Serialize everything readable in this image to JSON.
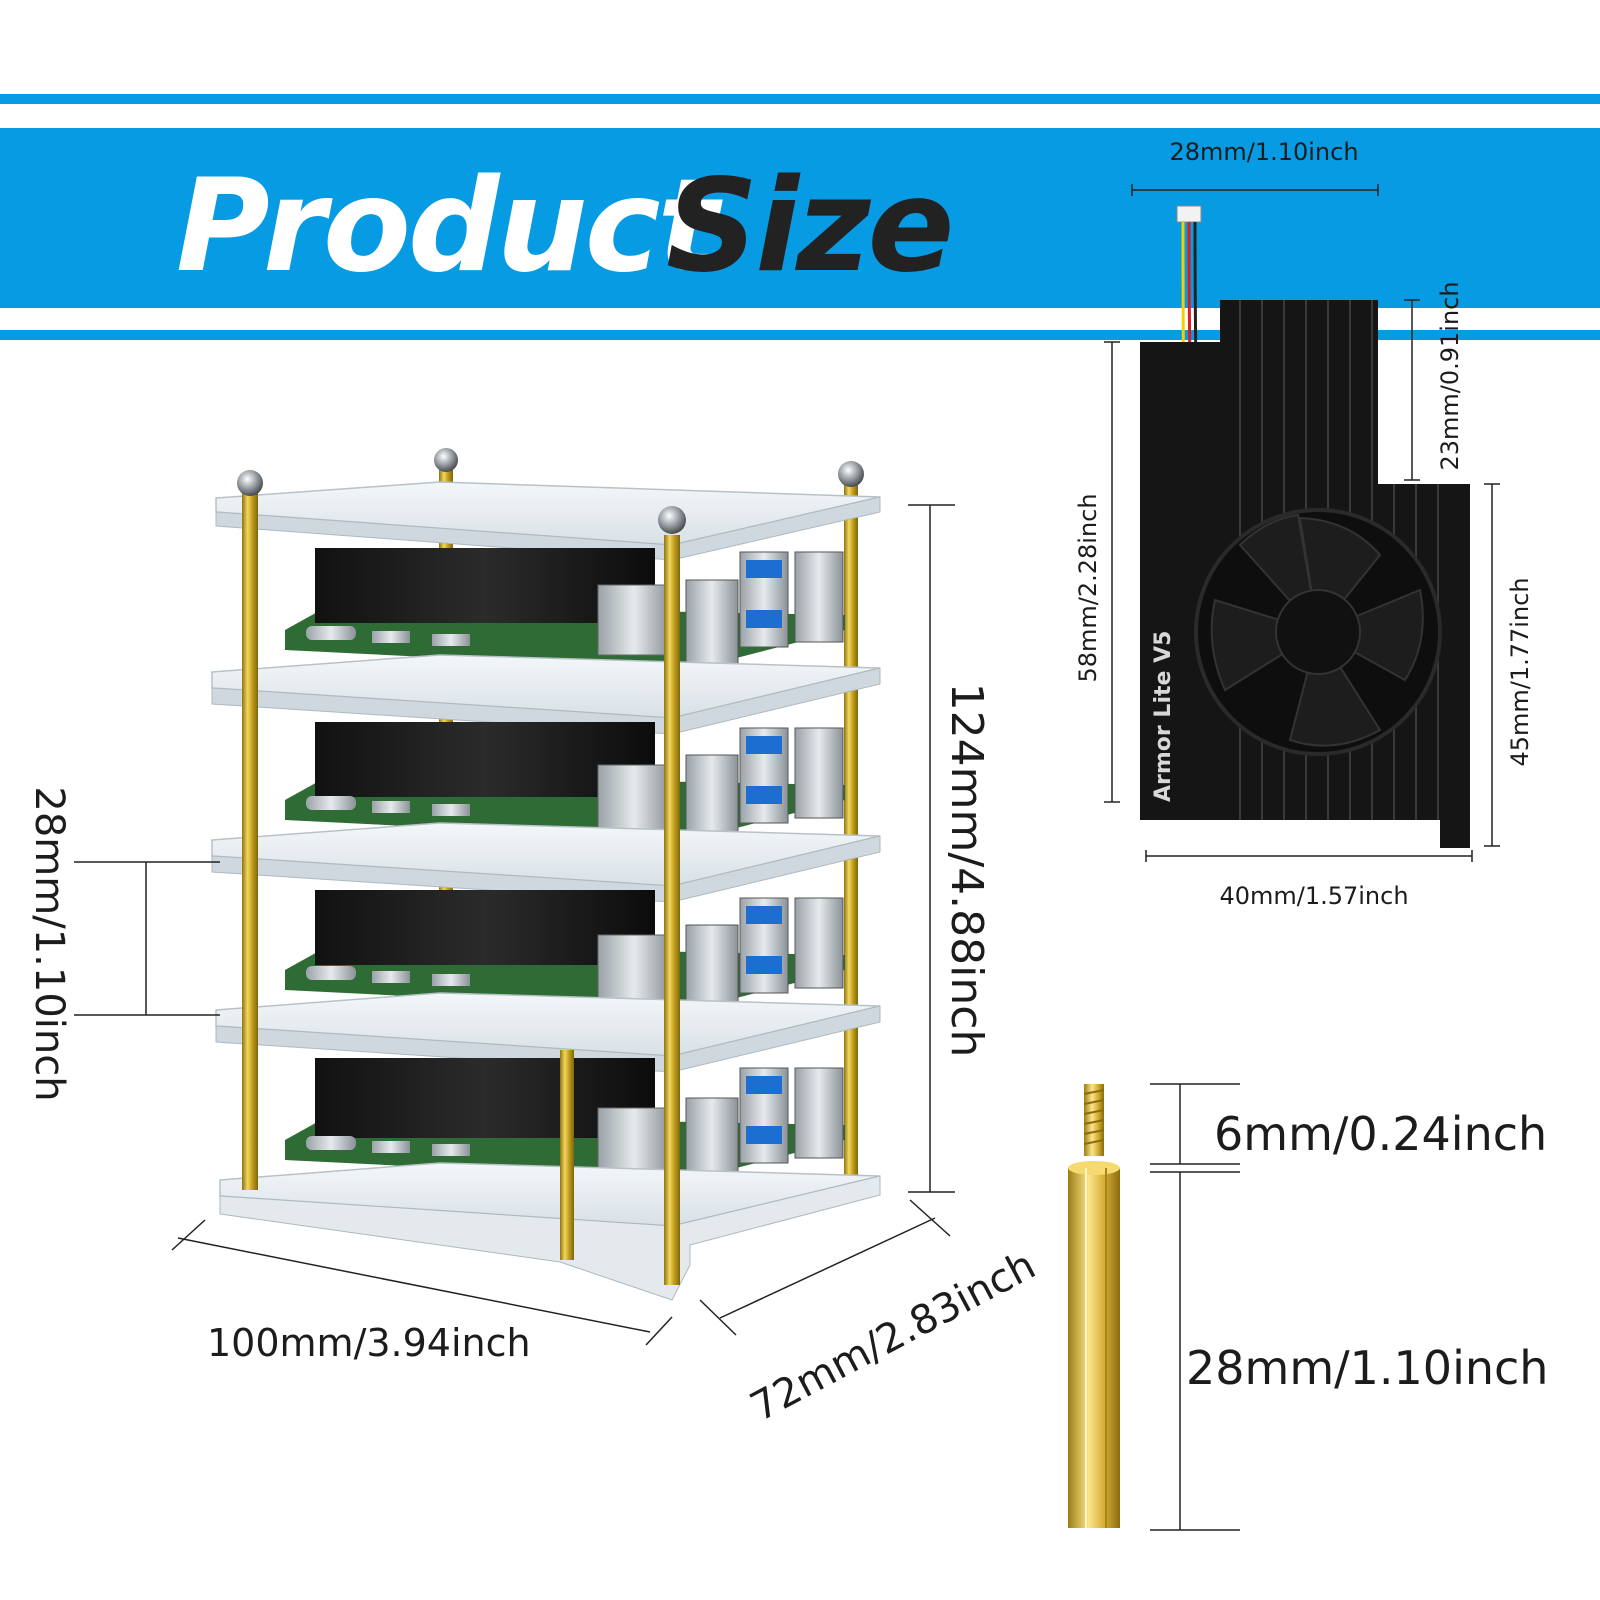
{
  "banner": {
    "title_word1": "Product",
    "title_word2": "Size",
    "accent": "#069be2",
    "word1_color": "#ffffff",
    "word2_color": "#222222"
  },
  "case": {
    "height_label": "124mm/4.88inch",
    "layer_gap_label": "28mm/1.10inch",
    "width_label": "100mm/3.94inch",
    "depth_label": "72mm/2.83inch",
    "board_color": "#2f6b34",
    "standoff_color": "#c7a41c"
  },
  "cooler": {
    "product_text": "Armor Lite V5",
    "top_width_label": "28mm/1.10inch",
    "upper_height_label": "23mm/0.91inch",
    "total_height_label": "58mm/2.28inch",
    "fan_height_label": "45mm/1.77inch",
    "bottom_width_label": "40mm/1.57inch",
    "wire_colors": [
      "#f4d000",
      "#d81e1e",
      "#222222"
    ]
  },
  "standoff": {
    "thread_label": "6mm/0.24inch",
    "body_label": "28mm/1.10inch",
    "brass_color": "#d9b233"
  }
}
